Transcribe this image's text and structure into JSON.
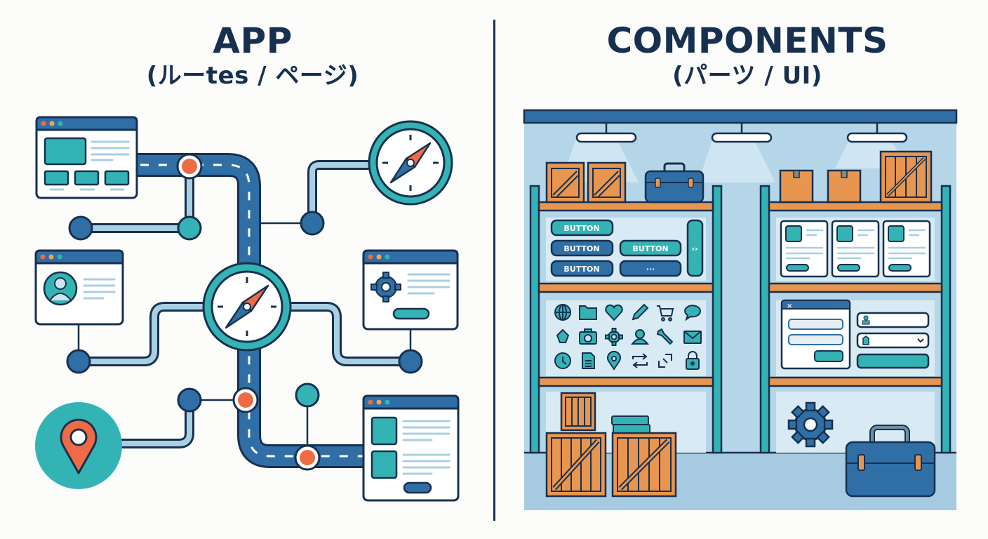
{
  "left_panel": {
    "title": "APP",
    "subtitle": "(ルーtes / ページ)",
    "nodes": [
      {
        "name": "dashboard-page",
        "icon": "browser-window-icon"
      },
      {
        "name": "profile-page",
        "icon": "user-avatar-icon"
      },
      {
        "name": "settings-page",
        "icon": "gear-icon"
      },
      {
        "name": "list-page",
        "icon": "browser-window-icon"
      },
      {
        "name": "central-router",
        "icon": "compass-icon"
      },
      {
        "name": "top-compass",
        "icon": "compass-icon"
      },
      {
        "name": "location-start",
        "icon": "map-pin-icon"
      }
    ]
  },
  "right_panel": {
    "title": "COMPONENTS",
    "subtitle": "(パーツ / UI)",
    "buttons": {
      "b1": "BUTTON",
      "b2": "BUTTON",
      "b3": "BUTTON",
      "b4": "BUTTON",
      "b5": "···",
      "side": "››"
    },
    "icons": [
      "globe-icon",
      "folder-icon",
      "heart-icon",
      "pencil-icon",
      "cart-icon",
      "chat-icon",
      "bird-icon",
      "camera-icon",
      "gear-icon",
      "user-icon",
      "wrench-icon",
      "mail-icon",
      "clock-icon",
      "document-icon",
      "location-icon",
      "repeat-icon",
      "link-break-icon",
      "lock-icon"
    ],
    "dialog_close": "×"
  },
  "colors": {
    "navy": "#17304f",
    "blue": "#2f6fa6",
    "teal": "#34b3b5",
    "orange": "#ee6b45",
    "light_blue": "#a9cfe2",
    "wood": "#e8964f",
    "bg": "#fcfcfb"
  }
}
